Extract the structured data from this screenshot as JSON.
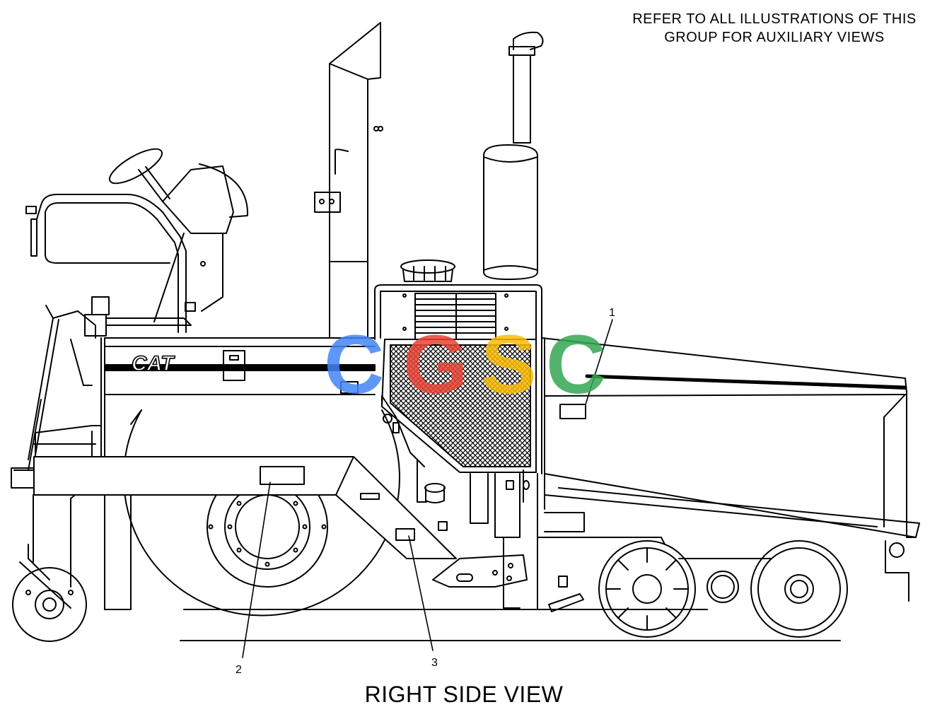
{
  "note": {
    "line1": "REFER TO ALL ILLUSTRATIONS OF THIS",
    "line2": "GROUP FOR AUXILIARY VIEWS"
  },
  "view_title": "RIGHT SIDE VIEW",
  "brand_text": "CAT",
  "watermark": {
    "letters": [
      "C",
      "G",
      "S",
      "C"
    ],
    "colors": [
      "#4285F4",
      "#EA4335",
      "#FBBC05",
      "#34A853"
    ]
  },
  "callouts": [
    {
      "number": "1",
      "item": "decal-on-hopper"
    },
    {
      "number": "2",
      "item": "decal-on-frame"
    },
    {
      "number": "3",
      "item": "decal-lower"
    }
  ]
}
